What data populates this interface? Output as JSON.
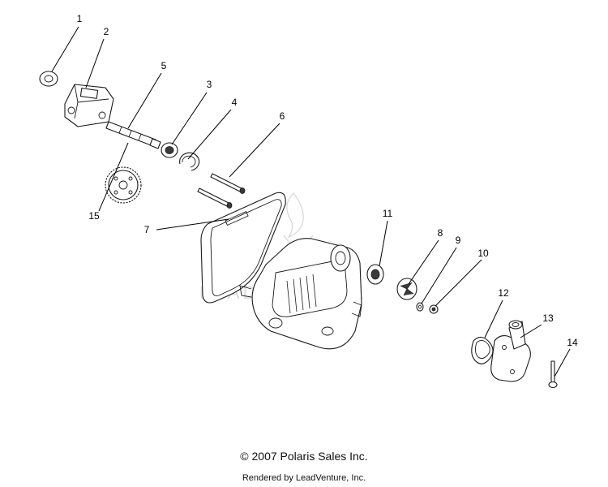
{
  "diagram": {
    "callouts": [
      "1",
      "2",
      "3",
      "4",
      "5",
      "6",
      "7",
      "8",
      "9",
      "10",
      "11",
      "12",
      "13",
      "14",
      "15"
    ],
    "watermark_text": "LEADVENTURE"
  },
  "footer": {
    "copyright": "© 2007 Polaris Sales Inc.",
    "rendered_by": "Rendered by LeadVenture, Inc."
  }
}
